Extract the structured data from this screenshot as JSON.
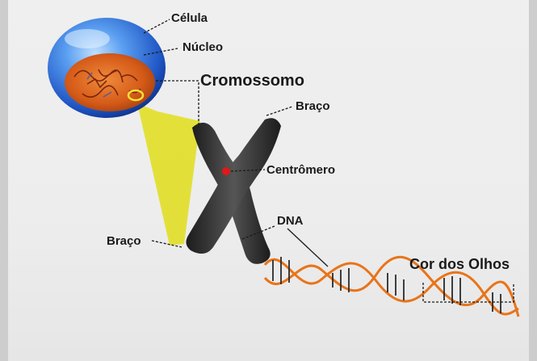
{
  "labels": {
    "celula": "Célula",
    "nucleo": "Núcleo",
    "cromossomo": "Cromossomo",
    "braco_top": "Braço",
    "centromero": "Centrômero",
    "dna": "DNA",
    "braco_left": "Braço",
    "cor_olhos": "Cor dos Olhos"
  },
  "colors": {
    "background": "#ededed",
    "cell_blue": "#2f6fd6",
    "nucleus_orange": "#d8641e",
    "chromosome": "#3a3a3a",
    "centromere": "#e01818",
    "dna_orange": "#e8741a",
    "highlight_yellow": "#e6e23a"
  }
}
